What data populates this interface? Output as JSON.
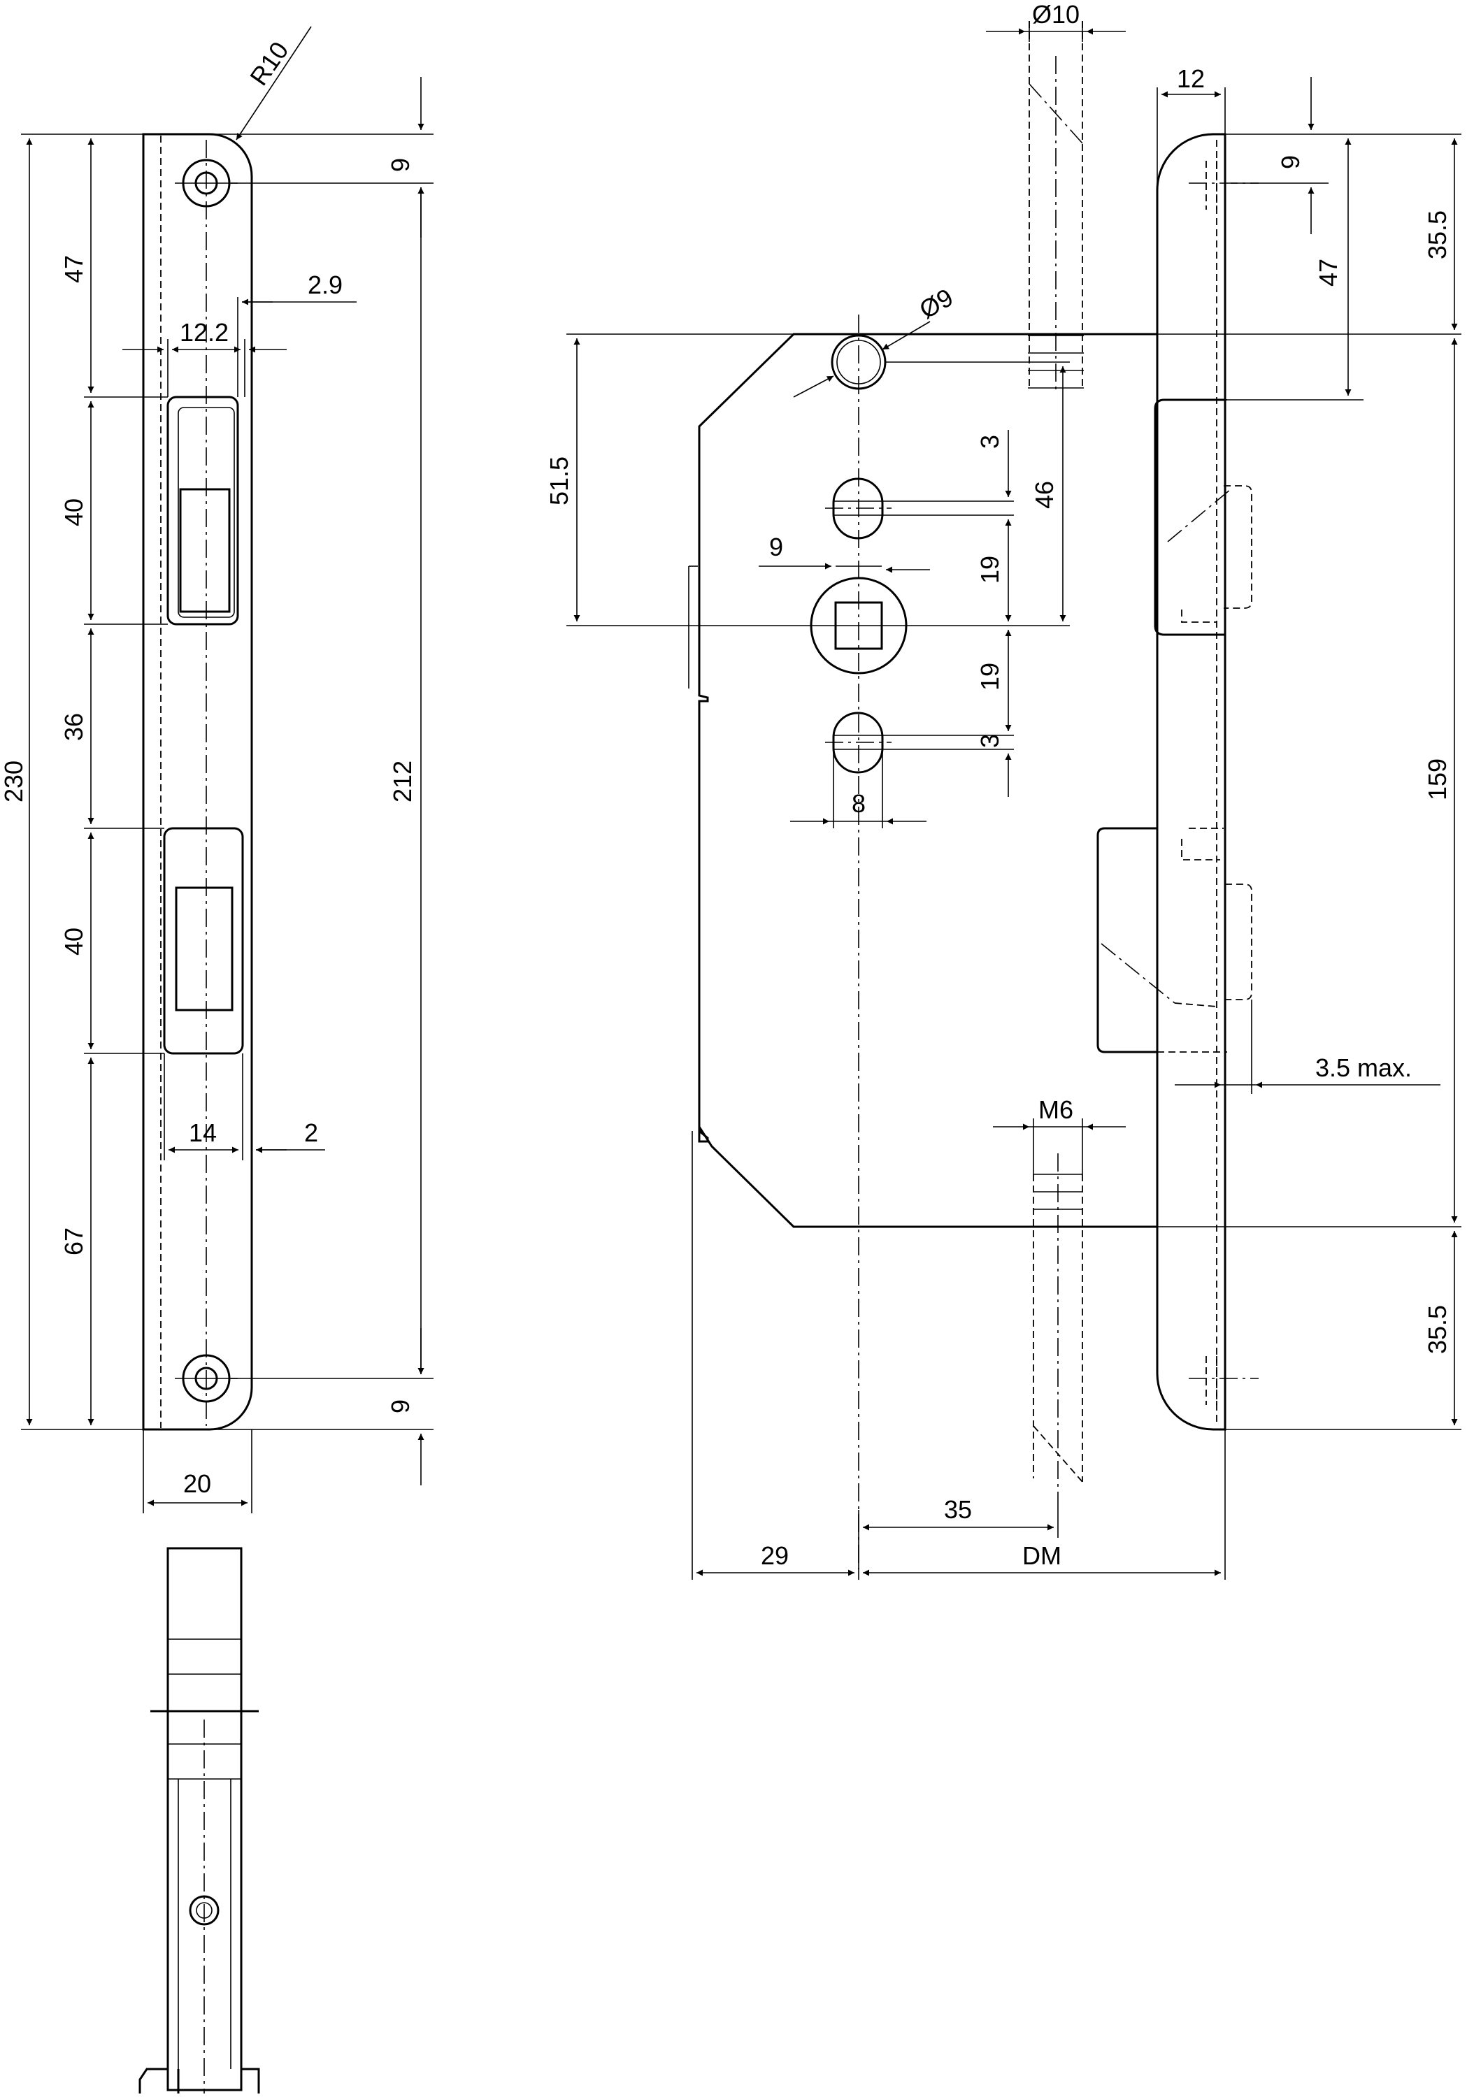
{
  "dimensions": {
    "strike": {
      "radius": "R10",
      "hole_offset_top": "9",
      "hole_offset_bottom": "9",
      "seg_top": "47",
      "seg_upper_opening": "40",
      "seg_middle": "36",
      "seg_lower_opening": "40",
      "seg_bottom": "67",
      "overall_length": "230",
      "hole_spacing": "212",
      "lip_offset": "2.9",
      "opening_width_upper": "12.2",
      "opening_width_lower": "14",
      "edge_offset": "2",
      "plate_width": "20"
    },
    "lock": {
      "spindle_diameter": "Ø10",
      "faceplate_width": "12",
      "faceplate_top_hole": "9",
      "faceplate_top_to_case": "35.5",
      "faceplate_top_to_latch": "47",
      "bolt_hole_diameter": "Ø9",
      "case_top_to_follower": "51.5",
      "slot_height_upper": "3",
      "bolt_to_follower": "46",
      "square_follower": "9",
      "follower_to_upper_slot": "19",
      "follower_to_lower_slot": "19",
      "slot_height_lower": "3",
      "slot_width": "8",
      "case_height": "159",
      "deadbolt_throw": "3.5 max.",
      "thread": "M6",
      "faceplate_bottom_to_case": "35.5",
      "screw_distance": "35",
      "backset_label": "DM",
      "case_back_to_follower": "29"
    }
  }
}
